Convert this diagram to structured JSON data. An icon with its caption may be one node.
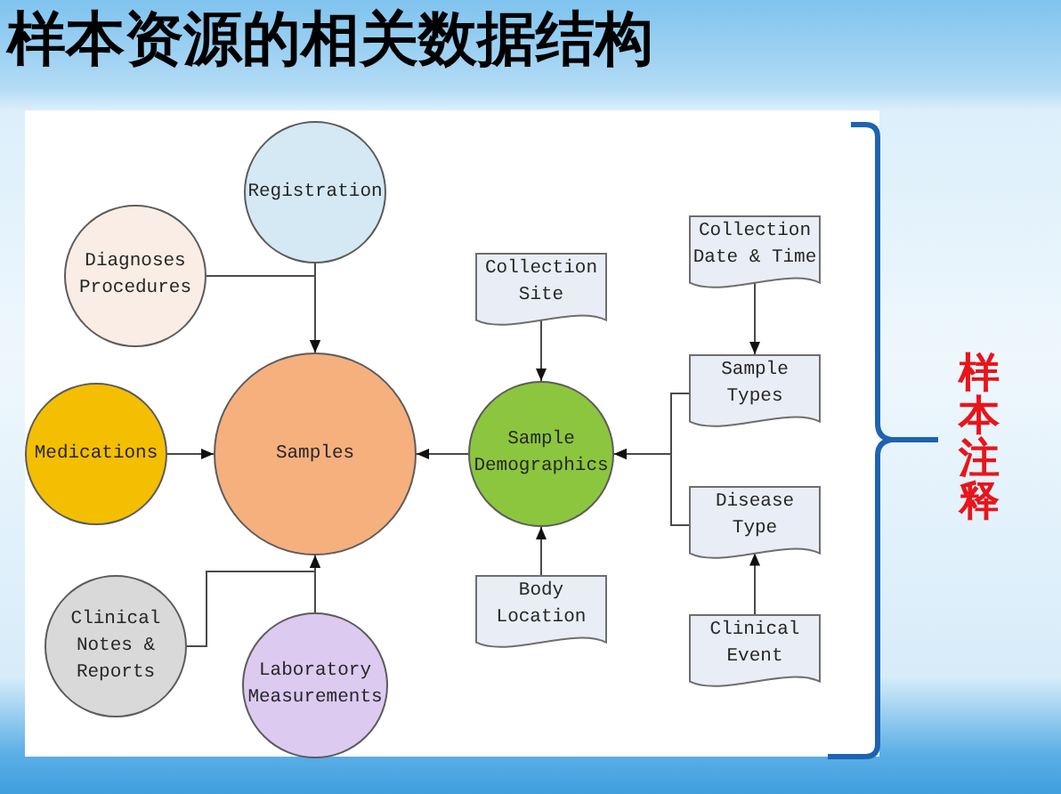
{
  "diagram": {
    "title": "样本资源的相关数据结构",
    "nodes": [
      {
        "text": [
          "Registration"
        ]
      },
      {
        "text": [
          "Diagnoses Procedures"
        ]
      },
      {
        "text": [
          "Medications"
        ]
      },
      {
        "text": [
          "Samples"
        ]
      },
      {
        "text": [
          "Clinical Notes & Reports"
        ]
      },
      {
        "text": [
          "Laboratory Measurements"
        ]
      },
      {
        "text": [
          "Collection Site"
        ]
      },
      {
        "text": [
          "Sample Demographics"
        ]
      },
      {
        "text": [
          "Body Location"
        ]
      },
      {
        "text": [
          "Collection Date & Time"
        ]
      },
      {
        "text": [
          "Sample Types"
        ]
      },
      {
        "text": [
          "Disease Type"
        ]
      },
      {
        "text": [
          "Clinical Event"
        ]
      }
    ],
    "edges": [
      {
        "from": 0,
        "to": 3,
        "arrow": "to"
      },
      {
        "from": 1,
        "to": 3,
        "arrow": "to"
      },
      {
        "from": 2,
        "to": 3,
        "arrow": "to"
      },
      {
        "from": 7,
        "to": 3,
        "arrow": "to"
      },
      {
        "from": 4,
        "to": 3,
        "arrow": "to"
      },
      {
        "from": 5,
        "to": 3,
        "arrow": "to"
      },
      {
        "from": 6,
        "to": 7,
        "arrow": "to"
      },
      {
        "from": 8,
        "to": 7,
        "arrow": "to"
      },
      {
        "from": 10,
        "to": 7,
        "arrow": "to"
      },
      {
        "from": 11,
        "to": 7,
        "arrow": "to"
      },
      {
        "from": 9,
        "to": 10,
        "arrow": "to"
      },
      {
        "from": 12,
        "to": 11,
        "arrow": "to"
      }
    ],
    "labels": [
      "样本注释"
    ]
  }
}
